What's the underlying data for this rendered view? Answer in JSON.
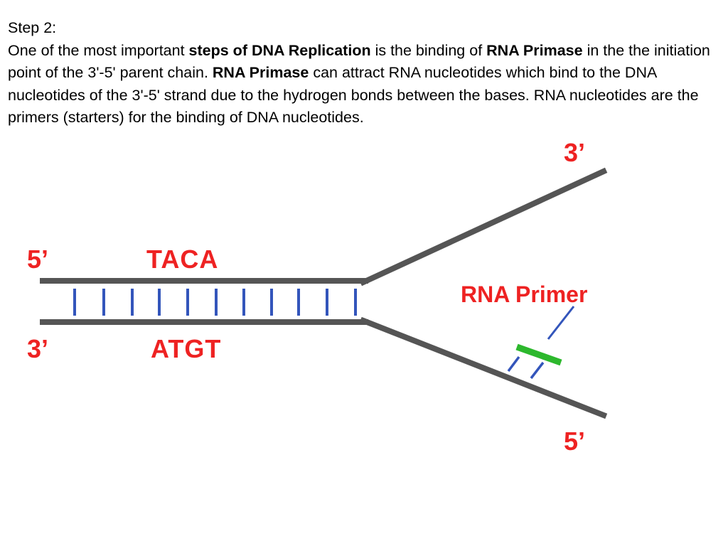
{
  "text": {
    "step_heading": "Step 2:",
    "p1_a": "One of the most important ",
    "p1_b": "steps of DNA Replication",
    "p1_c": " is the binding of ",
    "p1_d": "RNA Primase",
    "p1_e": " in the the initiation point of the 3'-5' parent chain. ",
    "p1_f": "RNA Primase",
    "p1_g": " can attract RNA nucleotides which bind to the DNA nucleotides of the 3'-5' strand due to the hydrogen bonds between the bases. RNA nucleotides are the primers (starters) for the binding of DNA nucleotides."
  },
  "diagram": {
    "labels": {
      "top_left_end": "5’",
      "bottom_left_end": "3’",
      "top_fork_end": "3’",
      "bottom_fork_end": "5’",
      "top_sequence": "TACA",
      "bottom_sequence": "ATGT",
      "primer_label": "RNA Primer"
    },
    "colors": {
      "strand": "#555555",
      "base_pair": "#3355bb",
      "primer": "#2db82d",
      "label": "#ee2222"
    }
  }
}
